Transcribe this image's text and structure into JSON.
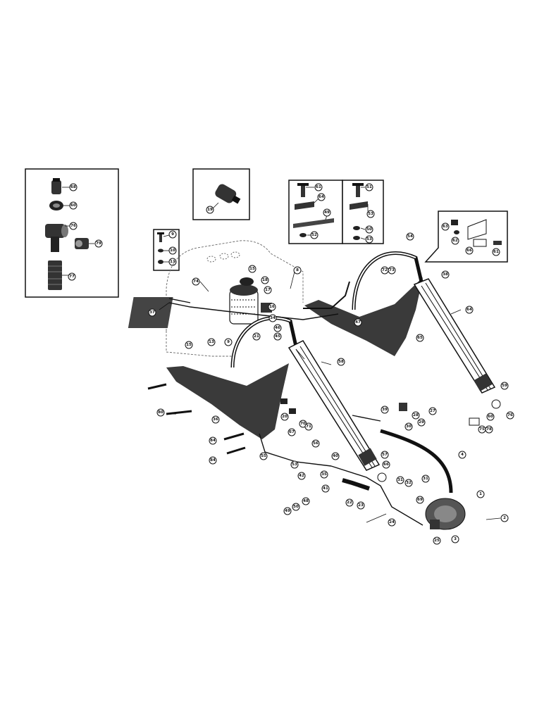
{
  "inset_fittings": [
    "68",
    "60",
    "76",
    "79",
    "77"
  ],
  "inset_switch": [
    "19"
  ],
  "inset_clamp_left": [
    "61",
    "64",
    "49",
    "52"
  ],
  "inset_clamp_right": [
    "51",
    "53",
    "50",
    "53"
  ],
  "inset_bolt": [
    "9",
    "10",
    "11"
  ],
  "inset_bracket_right": [
    "63",
    "62",
    "66",
    "61"
  ],
  "callouts": {
    "c74": "74",
    "c37": "37",
    "c15a": "15",
    "c18": "18",
    "c17": "17",
    "c16": "16",
    "c8": "8",
    "c13": "13",
    "c15b": "15",
    "c9": "9",
    "c34": "34",
    "c46": "46",
    "c45": "45",
    "c21": "21",
    "c54": "54",
    "c72": "72",
    "c73": "73",
    "c38": "38",
    "c64": "64",
    "c47": "47",
    "c65": "65",
    "c59": "59",
    "c58": "58",
    "c76": "76",
    "c80": "80",
    "c36": "36",
    "c84": "84",
    "c70": "70",
    "c71": "71",
    "c67": "67",
    "c39": "39",
    "c28": "28",
    "c29": "29",
    "c30": "30",
    "c27": "27",
    "c57": "57",
    "c66": "66",
    "c55": "55",
    "c56": "56",
    "c4": "4",
    "c53": "53",
    "c31": "31",
    "c32": "32",
    "c22": "22",
    "c23": "23",
    "c24": "24",
    "c49": "49",
    "c50": "50",
    "c48": "48",
    "c40": "40",
    "c41": "41",
    "c42": "42",
    "c35": "35",
    "c1": "1",
    "c2": "2",
    "c3": "3",
    "c25": "25",
    "c69": "69",
    "c60": "60",
    "c75": "75",
    "c78": "78",
    "c20": "20"
  }
}
